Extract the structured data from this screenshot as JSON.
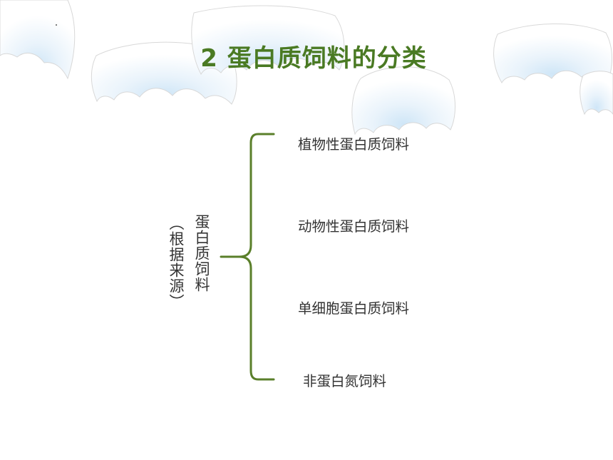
{
  "slide": {
    "title": "2 蛋白质饲料的分类",
    "title_color": "#4a7a23",
    "accent_color": "#5a7f2a",
    "left_label_main": "蛋白质饲料",
    "left_label_note": "（根据来源）",
    "items": [
      "植物性蛋白质饲料",
      "动物性蛋白质饲料",
      "单细胞蛋白质饲料",
      "非蛋白氮饲料"
    ]
  }
}
